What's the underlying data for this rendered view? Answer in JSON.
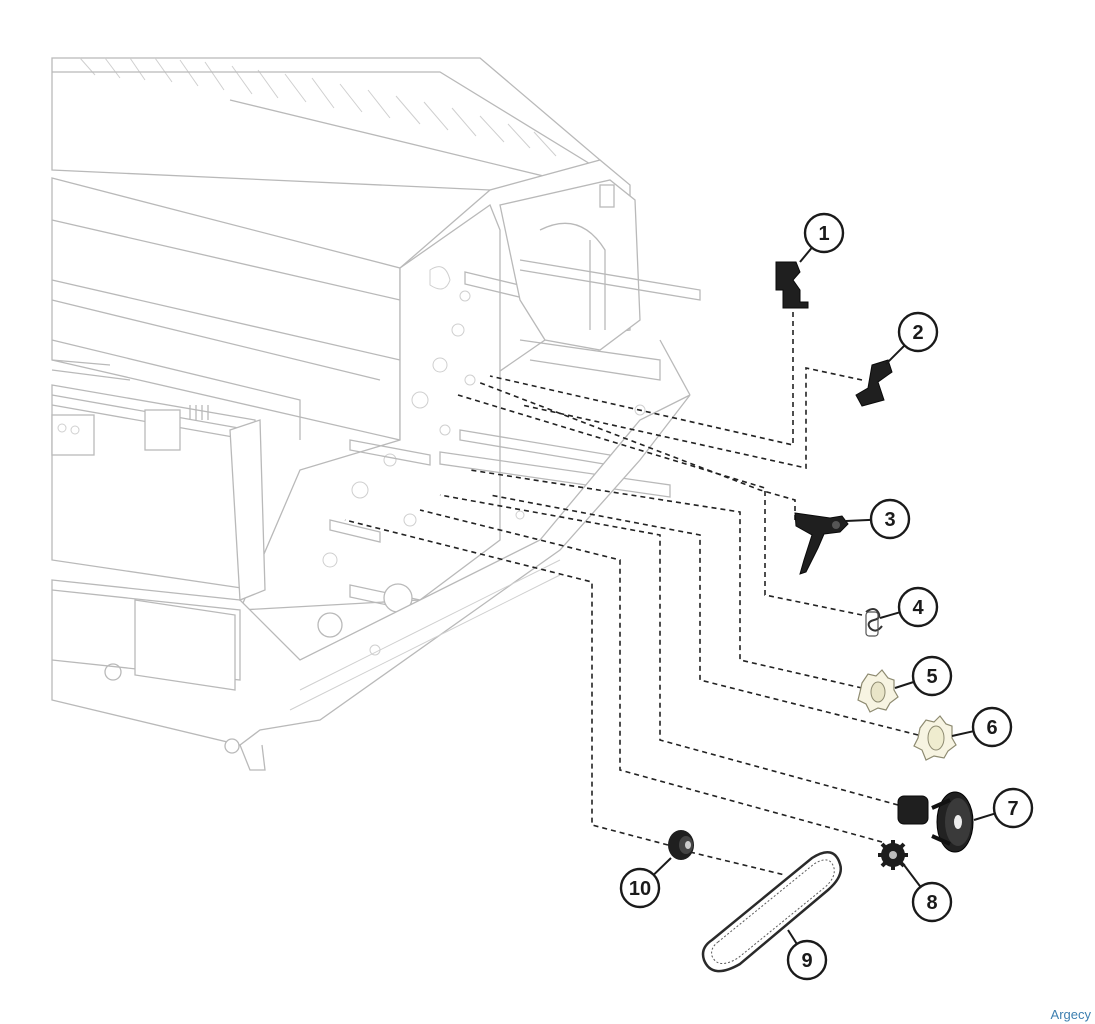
{
  "callouts": [
    {
      "id": "1",
      "part": "part-1-lever"
    },
    {
      "id": "2",
      "part": "part-2-arm"
    },
    {
      "id": "3",
      "part": "part-3-actuator"
    },
    {
      "id": "4",
      "part": "part-4-spring"
    },
    {
      "id": "5",
      "part": "part-5-gear"
    },
    {
      "id": "6",
      "part": "part-6-gear"
    },
    {
      "id": "7",
      "part": "part-7-compound-gear"
    },
    {
      "id": "8",
      "part": "part-8-pinion"
    },
    {
      "id": "9",
      "part": "part-9-belt"
    },
    {
      "id": "10",
      "part": "part-10-pulley"
    }
  ],
  "watermark": "Argecy"
}
